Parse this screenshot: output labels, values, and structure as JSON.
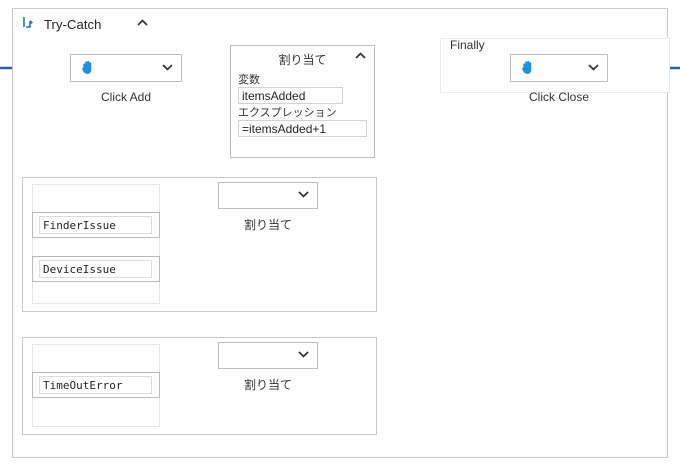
{
  "container": {
    "icon": "try-catch-icon",
    "title": "Try-Catch",
    "collapse_icon": "chevron-up-icon"
  },
  "try_branch": {
    "click_add": {
      "icon": "hand-click-icon",
      "chevron": "chevron-down-icon",
      "caption": "Click Add"
    },
    "assign": {
      "title": "割り当て",
      "collapse_icon": "chevron-up-icon",
      "variable_label": "変数",
      "variable_value": "itemsAdded",
      "expression_label": "エクスプレッション",
      "expression_value": "=itemsAdded+1"
    }
  },
  "finally_branch": {
    "label": "Finally",
    "click_close": {
      "icon": "hand-click-icon",
      "chevron": "chevron-down-icon",
      "caption": "Click Close"
    }
  },
  "catch_blocks": [
    {
      "exceptions": [
        "FinderIssue",
        "DeviceIssue"
      ],
      "node": {
        "chevron": "chevron-down-icon",
        "caption": "割り当て",
        "value": ""
      }
    },
    {
      "exceptions": [
        "TimeOutError"
      ],
      "node": {
        "chevron": "chevron-down-icon",
        "caption": "割り当て",
        "value": ""
      }
    }
  ],
  "colors": {
    "wire": "#2f5fa6",
    "node_border": "#bdbdc4",
    "container_border": "#c8c8d0",
    "icon_blue": "#1e90e0",
    "text": "#333333"
  }
}
